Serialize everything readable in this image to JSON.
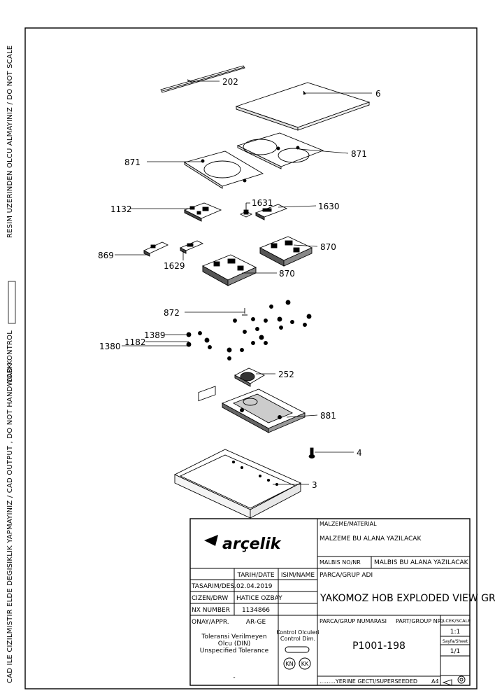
{
  "side_text": {
    "top": "RESIM UZERINDEN OLCU ALMAYINIZ / DO NOT SCALE",
    "middle": "CAD KONTROL",
    "bottom": "CAD ILE CIZILMISTIR ELDE DEGISIKLIK YAPMAYINIZ / CAD OUTPUT , DO NOT HANDWORK"
  },
  "callouts": {
    "c202": "202",
    "c6": "6",
    "c871a": "871",
    "c871b": "871",
    "c1631": "1631",
    "c1132": "1132",
    "c1630": "1630",
    "c869": "869",
    "c870a": "870",
    "c1629": "1629",
    "c870b": "870",
    "c872": "872",
    "c1389": "1389",
    "c1182": "1182",
    "c1380": "1380",
    "c252": "252",
    "c881": "881",
    "c4": "4",
    "c3": "3"
  },
  "title_block": {
    "logo": "arçelik",
    "material_label": "MALZEME/MATERIAL",
    "material_value": "MALZEME BU ALANA YAZILACAK",
    "malbis_label": "MALBIS NO/NR",
    "malbis_value": "MALBIS BU ALANA YAZILACAK",
    "part_group_label": "PARCA/GRUP ADI",
    "part_name": "YAKOMOZ HOB   EXPLODED VIEW GR",
    "col_date": "TARIH/DATE",
    "col_name": "ISIM/NAME",
    "rows": [
      {
        "label": "TASARIM/DES.",
        "value": "02.04.2019"
      },
      {
        "label": "CIZEN/DRW",
        "value": "HATICE OZBAY"
      },
      {
        "label": "NX NUMBER",
        "value": "1134866"
      },
      {
        "label": "ONAY/APPR.",
        "value": "AR-GE"
      }
    ],
    "tolerance_1": "Toleransi Verilmeyen",
    "tolerance_2": "Olcu (DIN)",
    "tolerance_3": "Unspecified Tolerance",
    "tolerance_dash": "-",
    "control_1": "Kontrol Olculeri",
    "control_2": "Control Dim.",
    "kn": "KN",
    "kk": "KK",
    "group_no_label": "PARCA/GRUP NUMARASI",
    "part_group_nr_label": "PART/GROUP NR.",
    "group_no": "P1001-198",
    "superseded": ".........YERINE GECTI/SUPERSEEDED",
    "paper": "A4",
    "scale_label": "OLCEK/SCALE",
    "scale": "1:1",
    "sheet_label": "Sayfa/Sheet",
    "sheet": "1/1"
  }
}
